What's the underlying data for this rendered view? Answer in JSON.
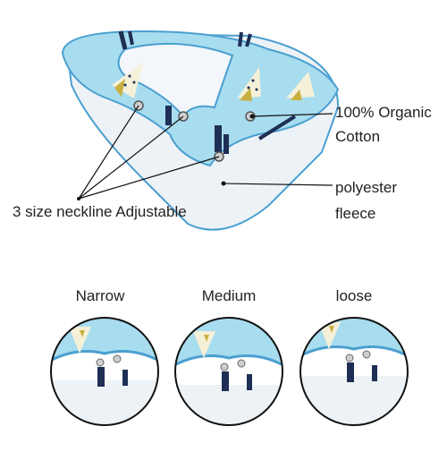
{
  "callouts": {
    "material_line1": "100% Organic",
    "material_line2": "Cotton",
    "backing_line1": "polyester",
    "backing_line2": "fleece",
    "neckline": "3 size neckline Adjustable"
  },
  "sizes": [
    {
      "label": "Narrow"
    },
    {
      "label": "Medium"
    },
    {
      "label": "loose"
    }
  ],
  "colors": {
    "fabric_blue": "#a8dcef",
    "fabric_edge": "#4a9fd0",
    "fleece": "#edf2f6",
    "text": "#222222",
    "pattern_navy": "#1e2f55",
    "pattern_gold": "#c8b040"
  }
}
